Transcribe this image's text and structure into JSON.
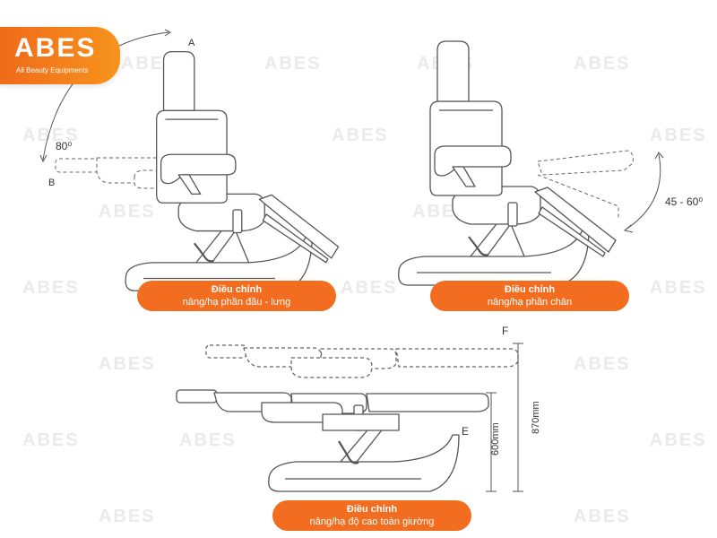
{
  "logo": {
    "mark": "ABES",
    "tagline": "All Beauty Equipments"
  },
  "panels": [
    {
      "title": "Điều chỉnh",
      "subtitle": "nâng/hạ phần đầu - lưng",
      "labels": {
        "top": "A",
        "bottom": "B",
        "angle": "80⁰"
      }
    },
    {
      "title": "Điều chỉnh",
      "subtitle": "nâng/hạ phần chân",
      "labels": {
        "angle": "45 - 60⁰"
      }
    },
    {
      "title": "Điều chỉnh",
      "subtitle": "nâng/hạ độ cao toàn giường",
      "labels": {
        "low_marker": "E",
        "high_marker": "F",
        "low_height": "600mm",
        "high_height": "870mm"
      }
    }
  ],
  "colors": {
    "accent": "#f26d1f",
    "line": "#555555",
    "watermark": "#eaeaea"
  }
}
